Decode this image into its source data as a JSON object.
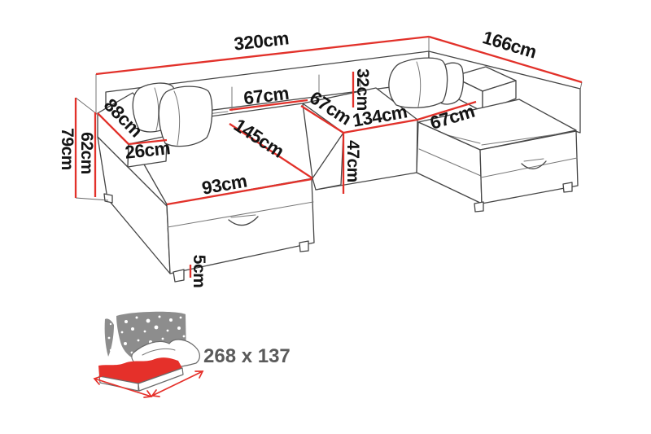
{
  "diagram": {
    "kind": "corner-sofa-bed-dimension-diagram",
    "unit": "cm"
  },
  "dimensions": {
    "total_width": "320cm",
    "total_depth": "166cm",
    "overall_height": "79cm",
    "body_height": "62cm",
    "armrest_length": "88cm",
    "armrest_width": "26cm",
    "back_cushion_width": "67cm",
    "backrest_height": "32cm",
    "seat_depth": "67cm",
    "center_seat_width": "134cm",
    "right_seat_depth": "67cm",
    "chaise_length": "145cm",
    "chaise_front_width": "93cm",
    "seat_height": "47cm",
    "leg_height": "5cm"
  },
  "bed_icon": {
    "sleeping_area_label": "268 x 137"
  },
  "colors": {
    "dimension_line": "#e2312a",
    "label_text": "#141414",
    "outline": "#454545",
    "icon_gray": "#8d8d8d",
    "icon_red": "#e5302a",
    "icon_text_color": "#5a5a5a",
    "background": "#ffffff"
  }
}
